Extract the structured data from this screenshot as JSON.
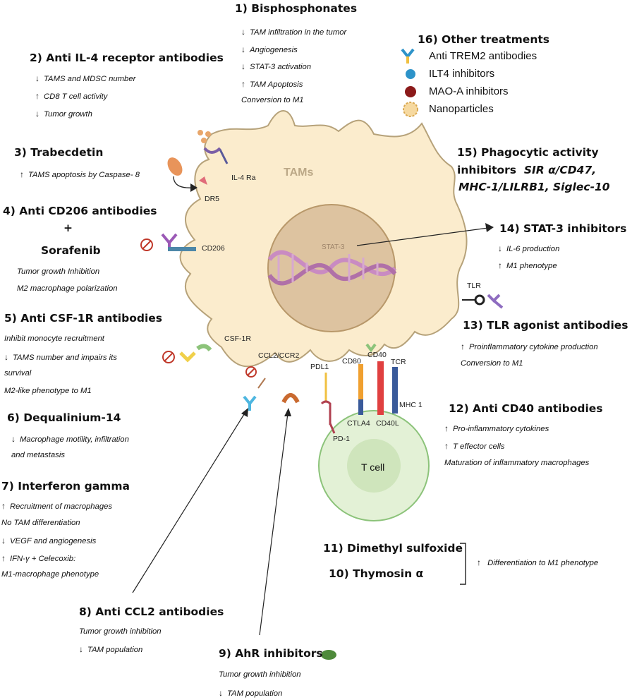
{
  "cell_title": "TAMs",
  "nucleus_label": "STAT-3",
  "tcell_label": "T cell",
  "arrow_up": "↑",
  "arrow_down": "↓",
  "receptors": {
    "il4ra": "IL-4 Ra",
    "dr5": "DR5",
    "cd206": "CD206",
    "csf1r": "CSF-1R",
    "ccl2ccr2": "CCL2/CCR2",
    "pdl1": "PDL1",
    "cd80": "CD80",
    "cd40": "CD40",
    "tcr": "TCR",
    "mhc1": "MHC 1",
    "ctla4": "CTLA4",
    "cd40l": "CD40L",
    "pd1": "PD-1",
    "tlr": "TLR"
  },
  "treatments": {
    "t1": {
      "title": "1)   Bisphosphonates",
      "lines": [
        {
          "dir": "down",
          "text": "TAM infiltration in the tumor"
        },
        {
          "dir": "down",
          "text": "Angiogenesis"
        },
        {
          "dir": "down",
          "text": "STAT-3 activation"
        },
        {
          "dir": "up",
          "text": "TAM Apoptosis"
        },
        {
          "dir": "",
          "text": "Conversion to M1"
        }
      ]
    },
    "t2": {
      "title": "2) Anti IL-4 receptor antibodies",
      "lines": [
        {
          "dir": "down",
          "text": "TAMS and MDSC number"
        },
        {
          "dir": "up",
          "text": "CD8 T cell activity"
        },
        {
          "dir": "down",
          "text": "Tumor growth"
        }
      ]
    },
    "t3": {
      "title": "3) Trabecdetin",
      "lines": [
        {
          "dir": "up",
          "text": "TAMS apoptosis by Caspase- 8"
        }
      ]
    },
    "t4": {
      "title": "4) Anti CD206 antibodies",
      "plus": "+",
      "title2": "Sorafenib",
      "lines": [
        {
          "dir": "",
          "text": "Tumor growth Inhibition"
        },
        {
          "dir": "",
          "text": "M2 macrophage polarization"
        }
      ]
    },
    "t5": {
      "title": "5) Anti CSF-1R antibodies",
      "lines": [
        {
          "dir": "",
          "text": "Inhibit monocyte recruitment"
        },
        {
          "dir": "down",
          "text": "TAMS number and impairs its"
        },
        {
          "dir": "",
          "text": "survival"
        },
        {
          "dir": "",
          "text": "M2-like phenotype to M1"
        }
      ]
    },
    "t6": {
      "title": "6) Dequalinium-14",
      "lines": [
        {
          "dir": "down",
          "text": "Macrophage motility, infiltration"
        },
        {
          "dir": "",
          "text": "and metastasis"
        }
      ]
    },
    "t7": {
      "title": "7) Interferon gamma",
      "lines": [
        {
          "dir": "up",
          "text": "Recruitment of macrophages"
        },
        {
          "dir": "",
          "text": "No TAM differentiation"
        },
        {
          "dir": "down",
          "text": "VEGF and angiogenesis"
        },
        {
          "dir": "up",
          "text": "IFN-γ + Celecoxib:"
        },
        {
          "dir": "",
          "text": "M1-macrophage phenotype"
        }
      ]
    },
    "t8": {
      "title": "8) Anti CCL2 antibodies",
      "lines": [
        {
          "dir": "",
          "text": "Tumor growth inhibition"
        },
        {
          "dir": "down",
          "text": "TAM population"
        }
      ]
    },
    "t9": {
      "title": "9) AhR inhibitors",
      "lines": [
        {
          "dir": "",
          "text": "Tumor growth inhibition"
        },
        {
          "dir": "down",
          "text": "TAM population"
        }
      ]
    },
    "t10": {
      "title": "10) Thymosin α"
    },
    "t11": {
      "title": "11) Dimethyl sulfoxide"
    },
    "t10_11_effect": {
      "dir": "up",
      "text": "Differentiation to M1 phenotype"
    },
    "t12": {
      "title": "12) Anti CD40 antibodies",
      "lines": [
        {
          "dir": "up",
          "text": "Pro-inflammatory cytokines"
        },
        {
          "dir": "up",
          "text": "T effector cells"
        },
        {
          "dir": "",
          "text": "Maturation of  inflammatory macrophages"
        }
      ]
    },
    "t13": {
      "title": "13) TLR agonist antibodies",
      "lines": [
        {
          "dir": "up",
          "text": "Proinflammatory  cytokine production"
        },
        {
          "dir": "",
          "text": "Conversion to M1"
        }
      ]
    },
    "t14": {
      "title": "14) STAT-3 inhibitors",
      "lines": [
        {
          "dir": "down",
          "text": "IL-6 production"
        },
        {
          "dir": "up",
          "text": "M1 phenotype"
        }
      ]
    },
    "t15": {
      "title": "15) Phagocytic activity",
      "title2_prefix": "inhibitors",
      "title2_em": "SIR α/CD47,",
      "title3_em": "MHC-1/LILRB1, Siglec-10"
    },
    "t16": {
      "title": "16) Other treatments",
      "items": [
        {
          "icon": "antibody-icon",
          "text": "Anti TREM2 antibodies"
        },
        {
          "icon": "blue-sphere-icon",
          "text": "ILT4 inhibitors"
        },
        {
          "icon": "red-sphere-icon",
          "text": "MAO-A inhibitors"
        },
        {
          "icon": "nanoparticle-icon",
          "text": "Nanoparticles"
        }
      ]
    }
  },
  "colors": {
    "cell_fill": "#fbeccd",
    "cell_stroke": "#b6a27a",
    "nucleus": "#ddc3a0",
    "dna": "#c98bc2",
    "tcell": "#e3f1d6",
    "tcell_stroke": "#8cc37a",
    "antibody": "#f0d04a",
    "inhibit": "#c0392b",
    "blue": "#2d93c9",
    "red": "#8b1a1a"
  }
}
